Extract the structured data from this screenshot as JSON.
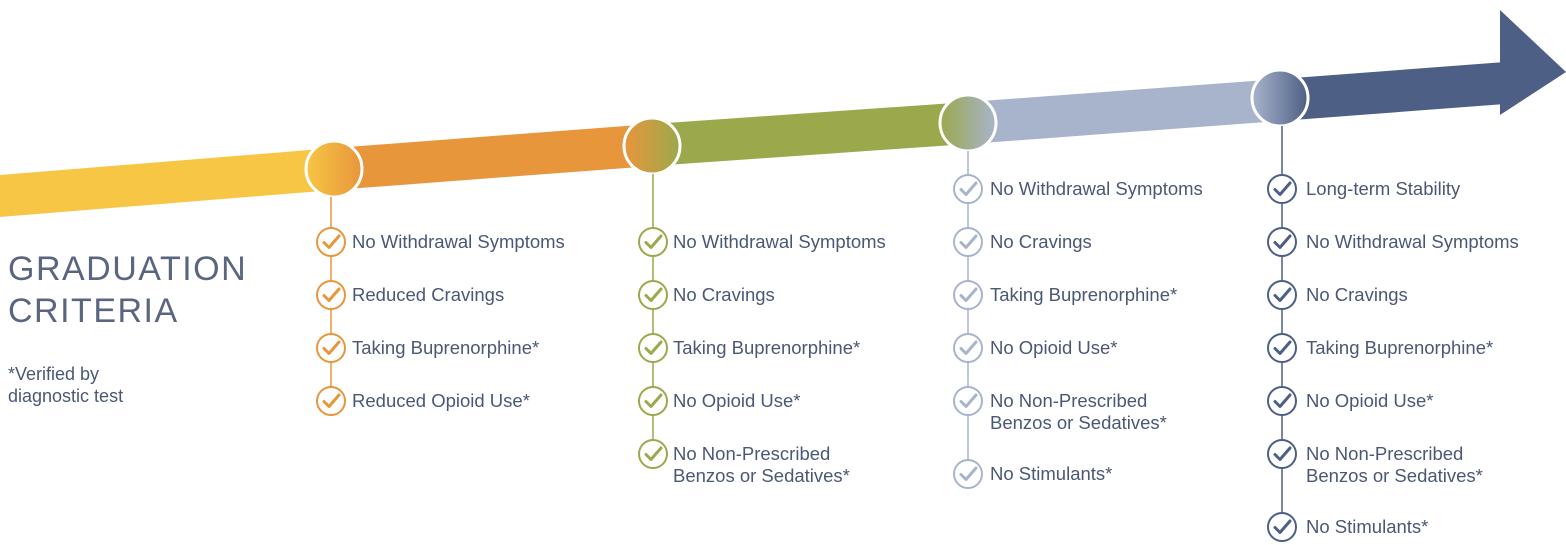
{
  "title": {
    "line1": "GRADUATION",
    "line2": "CRITERIA"
  },
  "footnote": {
    "line1": "*Verified by",
    "line2": "diagnostic test"
  },
  "colors": {
    "yellow": "#f7c644",
    "orange": "#e8963c",
    "green": "#9ba94c",
    "lightblue": "#a8b4cc",
    "navy": "#4d5f85",
    "text": "#4a5876"
  },
  "stages": [
    {
      "check_color": "#e8963c",
      "items": [
        [
          "No Withdrawal Symptoms"
        ],
        [
          "Reduced Cravings"
        ],
        [
          "Taking Buprenorphine*"
        ],
        [
          "Reduced Opioid Use*"
        ]
      ]
    },
    {
      "check_color": "#9ba94c",
      "items": [
        [
          "No Withdrawal Symptoms"
        ],
        [
          "No Cravings"
        ],
        [
          "Taking Buprenorphine*"
        ],
        [
          "No Opioid Use*"
        ],
        [
          "No Non-Prescribed",
          "Benzos or Sedatives*"
        ]
      ]
    },
    {
      "check_color": "#a8b4cc",
      "items": [
        [
          "No Withdrawal Symptoms"
        ],
        [
          "No Cravings"
        ],
        [
          "Taking Buprenorphine*"
        ],
        [
          "No Opioid Use*"
        ],
        [
          "No Non-Prescribed",
          "Benzos or Sedatives*"
        ],
        [
          "No Stimulants*"
        ]
      ]
    },
    {
      "check_color": "#4d5f85",
      "items": [
        [
          "Long-term Stability"
        ],
        [
          "No Withdrawal Symptoms"
        ],
        [
          "No Cravings"
        ],
        [
          "Taking Buprenorphine*"
        ],
        [
          "No Opioid Use*"
        ],
        [
          "No Non-Prescribed",
          "Benzos or Sedatives*"
        ],
        [
          "No Stimulants*"
        ]
      ]
    }
  ]
}
